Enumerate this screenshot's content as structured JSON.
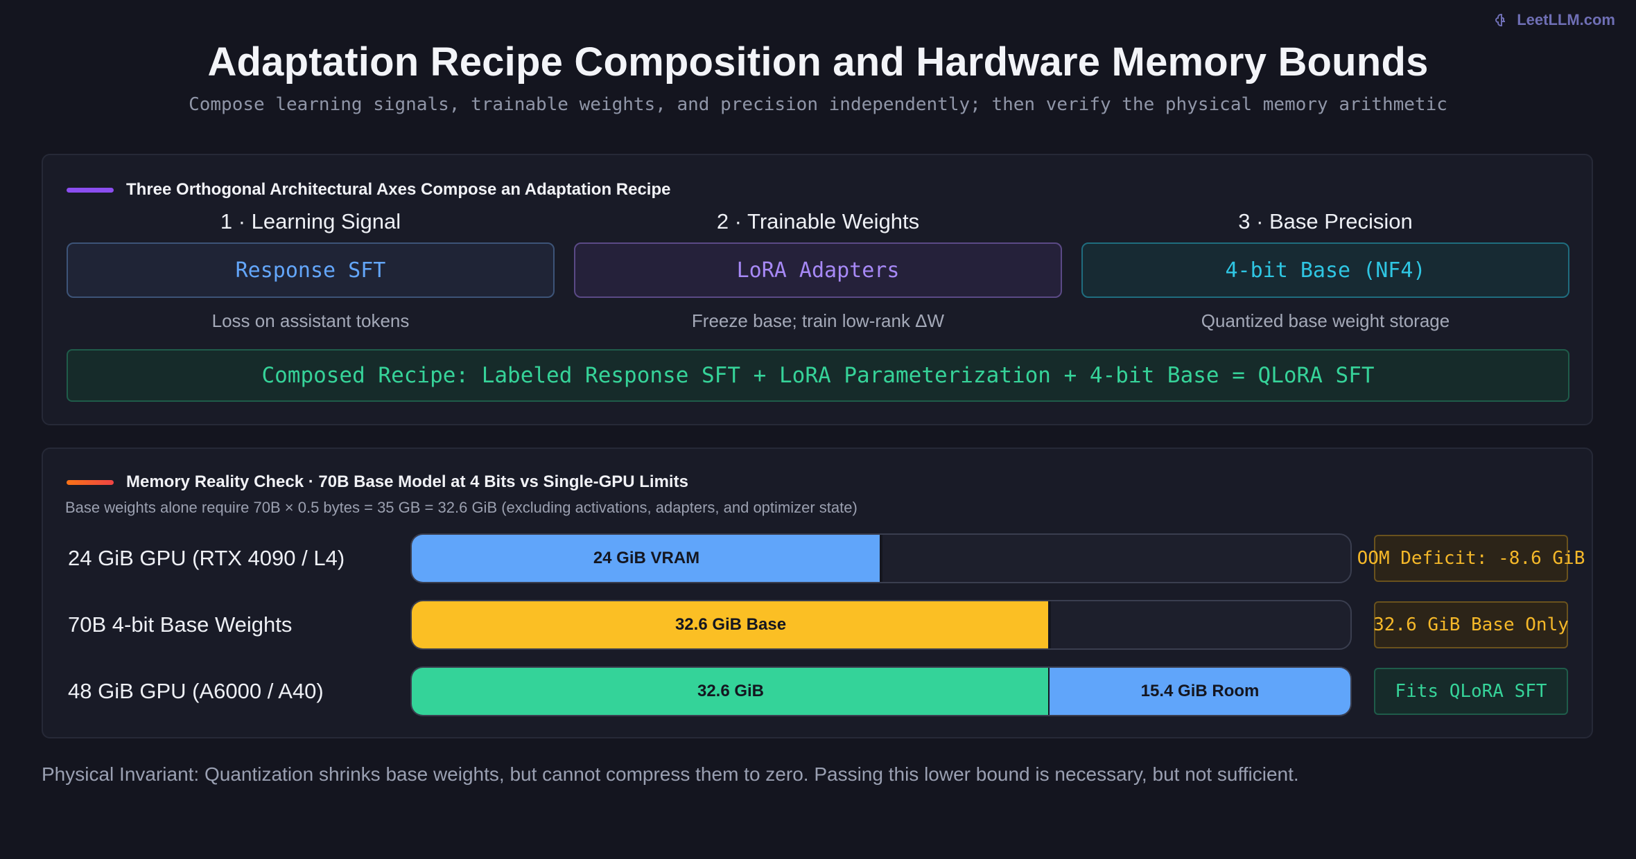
{
  "brand": {
    "text": "LeetLLM.com",
    "icon": "brain-logo-icon"
  },
  "title": "Adaptation Recipe Composition and Hardware Memory Bounds",
  "subtitle": "Compose learning signals, trainable weights, and precision independently; then verify the physical memory arithmetic",
  "colors": {
    "background": "#14151f",
    "blue": "#60a5fa",
    "yellow": "#fbbf24",
    "green": "#34d399",
    "purple": "#8b4ef0",
    "cyan": "#2fc6e3"
  },
  "axes_panel": {
    "heading": "Three Orthogonal Architectural Axes Compose an Adaptation Recipe",
    "axes": [
      {
        "title": "1 · Learning Signal",
        "box": "Response SFT",
        "desc": "Loss on assistant tokens"
      },
      {
        "title": "2 · Trainable Weights",
        "box": "LoRA Adapters",
        "desc": "Freeze base; train low-rank ΔW"
      },
      {
        "title": "3 · Base Precision",
        "box": "4-bit Base (NF4)",
        "desc": "Quantized base weight storage"
      }
    ],
    "composed": "Composed Recipe: Labeled Response SFT + LoRA Parameterization + 4-bit Base = QLoRA SFT"
  },
  "memory_panel": {
    "heading": "Memory Reality Check · 70B Base Model at 4 Bits vs Single-GPU Limits",
    "note": "Base weights alone require 70B × 0.5 bytes = 35 GB = 32.6 GiB (excluding activations, adapters, and optimizer state)",
    "rows": [
      {
        "label": "24 GiB GPU (RTX 4090 / L4)",
        "segments": [
          {
            "text": "24 GiB VRAM",
            "value_gib": 24,
            "color": "#60a5fa"
          }
        ],
        "tag": "OOM Deficit: -8.6 GiB",
        "tag_kind": "warn"
      },
      {
        "label": "70B 4-bit Base Weights",
        "segments": [
          {
            "text": "32.6 GiB Base",
            "value_gib": 32.6,
            "color": "#fbbf24"
          }
        ],
        "tag": "32.6 GiB Base Only",
        "tag_kind": "warn"
      },
      {
        "label": "48 GiB GPU (A6000 / A40)",
        "segments": [
          {
            "text": "32.6 GiB",
            "value_gib": 32.6,
            "color": "#34d399"
          },
          {
            "text": "15.4 GiB Room",
            "value_gib": 15.4,
            "color": "#60a5fa"
          }
        ],
        "tag": "Fits QLoRA SFT",
        "tag_kind": "ok"
      }
    ],
    "scale_max_gib": 48
  },
  "footer": "Physical Invariant: Quantization shrinks base weights, but cannot compress them to zero. Passing this lower bound is necessary, but not sufficient."
}
